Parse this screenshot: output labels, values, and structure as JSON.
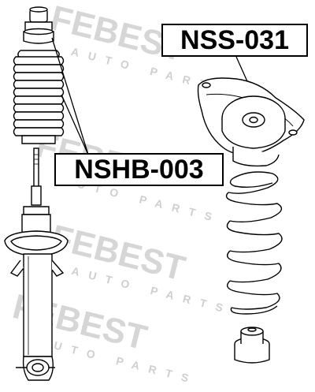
{
  "watermark": {
    "brand": "FEBEST",
    "sub": "AUTO PARTS"
  },
  "parts": [
    {
      "label": "NSS-031",
      "item": "strut mount"
    },
    {
      "label": "NSHB-003",
      "item": "bump stop and dust boot"
    }
  ],
  "colors": {
    "line": "#000000",
    "watermark": "#d6d6d6",
    "background": "#ffffff"
  }
}
